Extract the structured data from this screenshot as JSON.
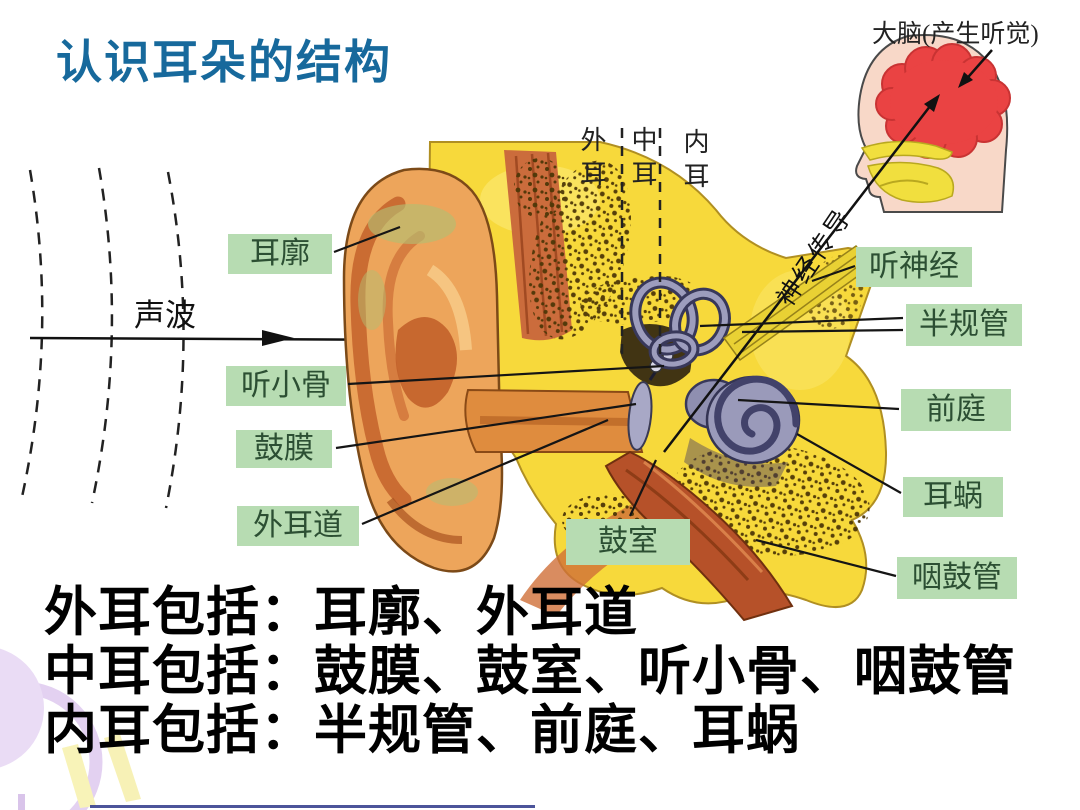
{
  "title": "认识耳朵的结构",
  "diagram": {
    "region_labels": [
      {
        "label": "外耳"
      },
      {
        "label": "中耳"
      },
      {
        "label": "内耳"
      }
    ],
    "sound_wave_label": "声波",
    "brain_label": "大脑(产生听觉)",
    "nerve_path_label": "神经传导",
    "part_labels": {
      "auricle": "耳廓",
      "ossicles": "听小骨",
      "eardrum": "鼓膜",
      "ear_canal": "外耳道",
      "tympanic_cavity": "鼓室",
      "auditory_nerve": "听神经",
      "semicircular_canals": "半规管",
      "vestibule": "前庭",
      "cochlea": "耳蜗",
      "eustachian_tube": "咽鼓管"
    }
  },
  "summary": {
    "lines": [
      "外耳包括：耳廓、外耳道",
      "中耳包括：鼓膜、鼓室、听小骨、咽鼓管",
      "内耳包括：半规管、前庭、耳蜗"
    ]
  },
  "colors": {
    "title_blue": "#17699c",
    "label_box_green": "#b7dcb2",
    "label_text_green": "#2c4f33",
    "bone_yellow": "#f7d93b",
    "pinna_orange": "#eda55b",
    "inner_ear_gray": "#9a9aba",
    "brain_red": "#ea4343",
    "summary_text": "#000000"
  }
}
